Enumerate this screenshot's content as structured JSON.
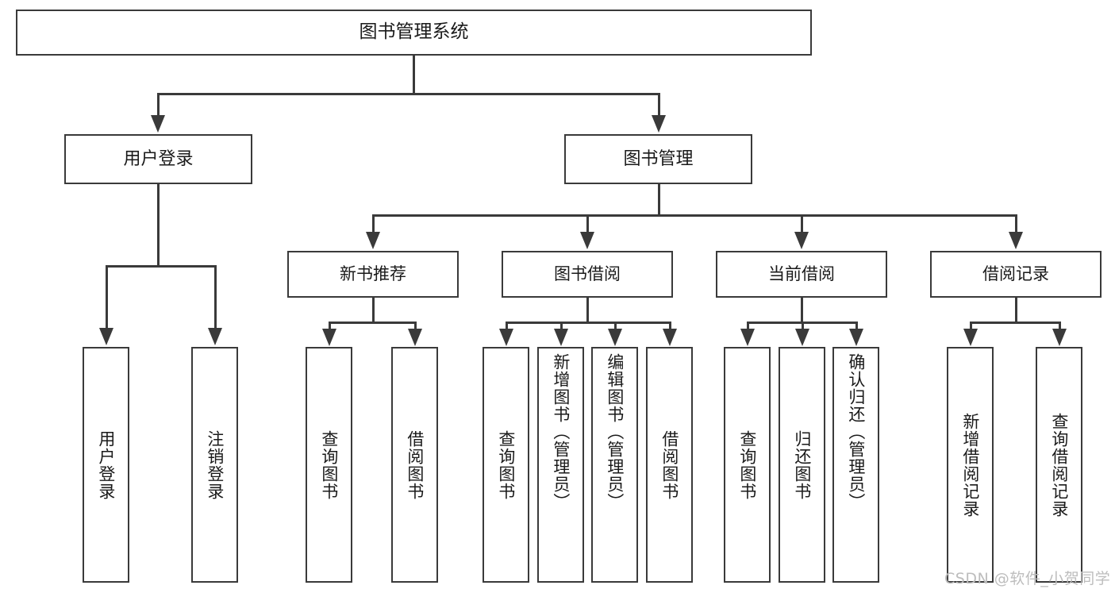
{
  "diagram": {
    "title": "图书管理系统",
    "type": "hierarchy-tree",
    "root": {
      "label": "图书管理系统"
    },
    "level1": [
      {
        "label": "用户登录"
      },
      {
        "label": "图书管理"
      }
    ],
    "level2": [
      {
        "label": "新书推荐"
      },
      {
        "label": "图书借阅"
      },
      {
        "label": "当前借阅"
      },
      {
        "label": "借阅记录"
      }
    ],
    "leaves": {
      "user_login": [
        {
          "label": "用户登录"
        },
        {
          "label": "注销登录"
        }
      ],
      "new_book_recommend": [
        {
          "label": "查询图书"
        },
        {
          "label": "借阅图书"
        }
      ],
      "book_borrow": [
        {
          "label": "查询图书"
        },
        {
          "label": "新增图书（管理员）"
        },
        {
          "label": "编辑图书（管理员）"
        },
        {
          "label": "借阅图书"
        }
      ],
      "current_borrow": [
        {
          "label": "查询图书"
        },
        {
          "label": "归还图书"
        },
        {
          "label": "确认归还（管理员）"
        }
      ],
      "borrow_record": [
        {
          "label": "新增借阅记录"
        },
        {
          "label": "查询借阅记录"
        }
      ]
    }
  },
  "watermark": {
    "text": "CSDN @软件_小贺同学"
  },
  "colors": {
    "stroke": "#3a3a3a",
    "fill": "#ffffff",
    "text": "#1a1a1a",
    "watermark": "#bdbdbd"
  }
}
